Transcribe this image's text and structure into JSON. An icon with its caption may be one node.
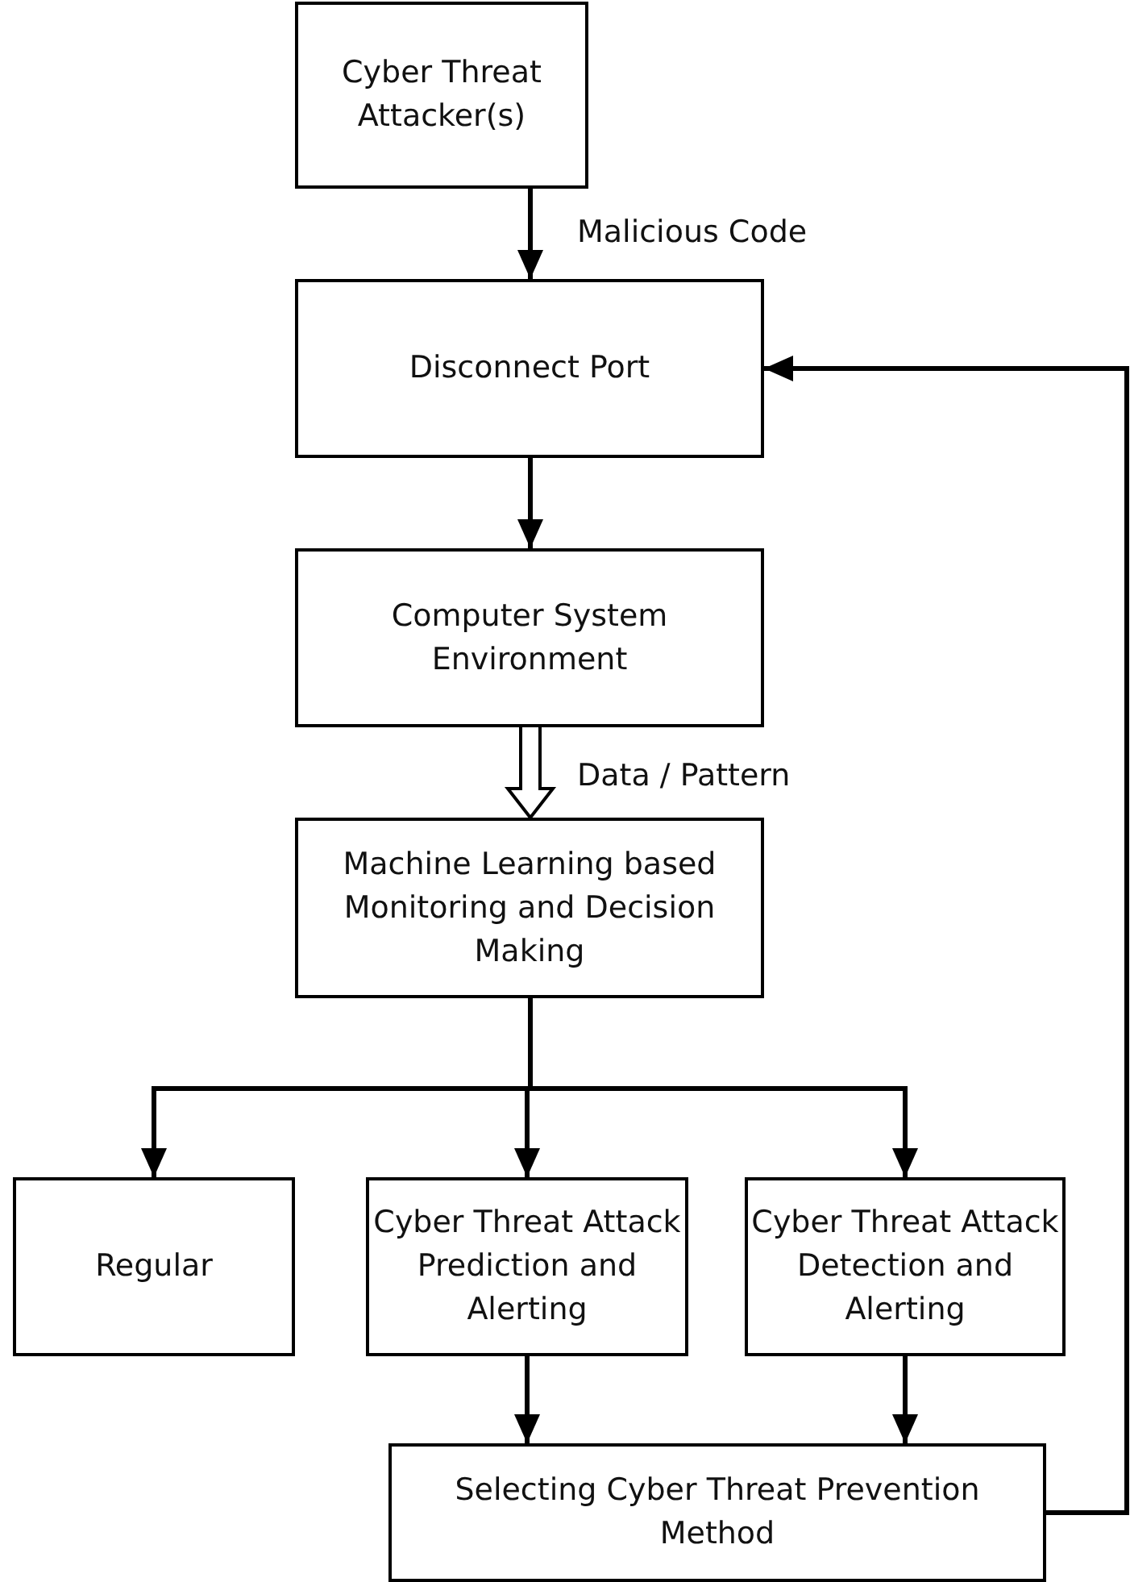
{
  "diagram": {
    "nodes": [
      {
        "text": [
          "Cyber Threat Attacker(s)"
        ]
      },
      {
        "text": [
          "Disconnect Port"
        ]
      },
      {
        "text": [
          "Computer System Environment"
        ]
      },
      {
        "text": [
          "Machine Learning based Monitoring and Decision Making"
        ]
      },
      {
        "text": [
          "Regular"
        ]
      },
      {
        "text": [
          "Cyber Threat Attack Prediction and Alerting"
        ]
      },
      {
        "text": [
          "Cyber Threat Attack Detection and Alerting"
        ]
      },
      {
        "text": [
          "Selecting Cyber Threat Prevention Method"
        ]
      }
    ],
    "edges": [
      {
        "from": 0,
        "to": 1,
        "arrow": "to",
        "label": "Malicious Code"
      },
      {
        "from": 1,
        "to": 2,
        "arrow": "to"
      },
      {
        "from": 2,
        "to": 3,
        "arrow": "to",
        "label": "Data / Pattern",
        "style": "thick"
      },
      {
        "from": 3,
        "to": 4,
        "arrow": "to"
      },
      {
        "from": 3,
        "to": 5,
        "arrow": "to"
      },
      {
        "from": 3,
        "to": 6,
        "arrow": "to"
      },
      {
        "from": 5,
        "to": 7,
        "arrow": "to"
      },
      {
        "from": 6,
        "to": 7,
        "arrow": "to"
      },
      {
        "from": 7,
        "to": 1,
        "arrow": "to"
      }
    ]
  }
}
